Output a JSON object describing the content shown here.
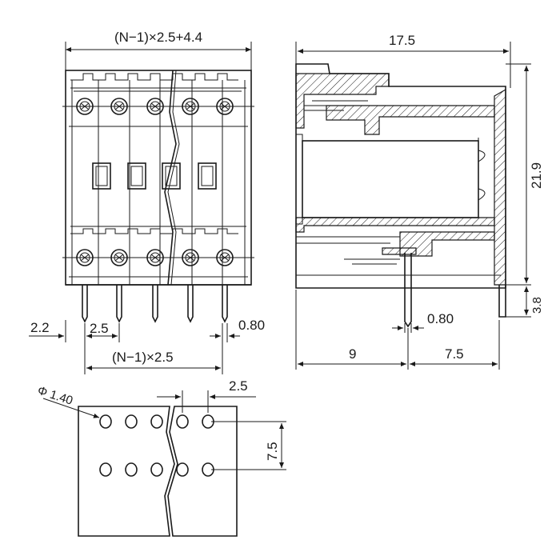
{
  "front_view": {
    "dim_width": "(N−1)×2.5+4.4",
    "dim_offset": "2.2",
    "dim_pitch": "2.5",
    "dim_pin": "0.80",
    "dim_span": "(N−1)×2.5"
  },
  "side_view": {
    "dim_length": "17.5",
    "dim_height": "21.9",
    "dim_pin_length": "3.8",
    "dim_pin": "0.80",
    "dim_left": "9",
    "dim_right": "7.5"
  },
  "pcb_layout": {
    "dim_hole": "Φ 1.40",
    "dim_pitch": "2.5",
    "dim_row": "7.5"
  }
}
